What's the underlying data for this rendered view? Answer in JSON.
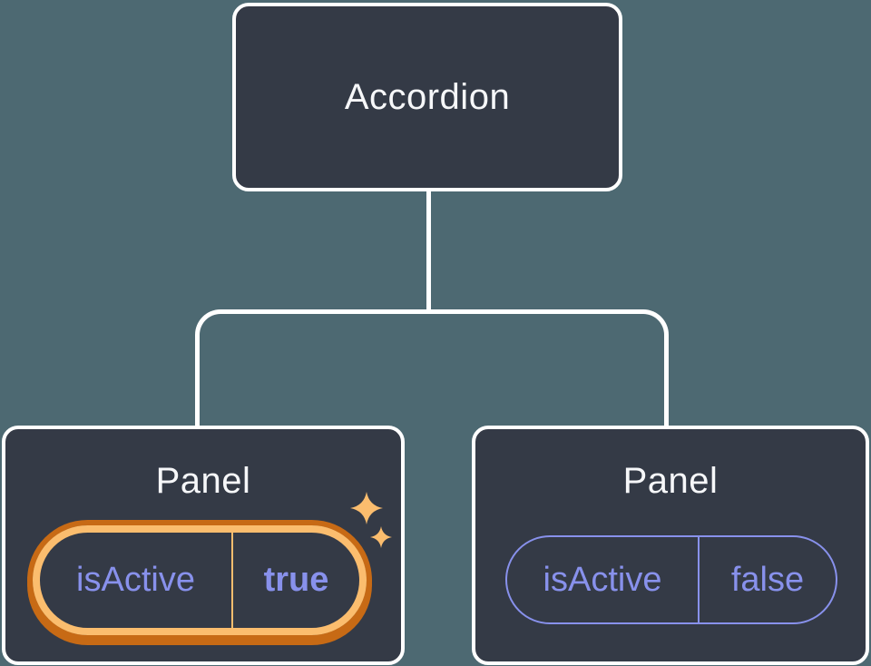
{
  "colors": {
    "background": "#4D6972",
    "card": "#343A46",
    "line": "#FFFFFF",
    "title_text": "#F6F7F9",
    "purple": "#8891EC",
    "orange_dark": "#C76A15",
    "orange_light": "#FBBD6E"
  },
  "tree": {
    "type": "component-tree",
    "root": {
      "label": "Accordion"
    },
    "children": [
      {
        "label": "Panel",
        "state": {
          "name": "isActive",
          "value": "true"
        },
        "highlighted": true,
        "icon": "sparkles-icon"
      },
      {
        "label": "Panel",
        "state": {
          "name": "isActive",
          "value": "false"
        },
        "highlighted": false
      }
    ]
  }
}
